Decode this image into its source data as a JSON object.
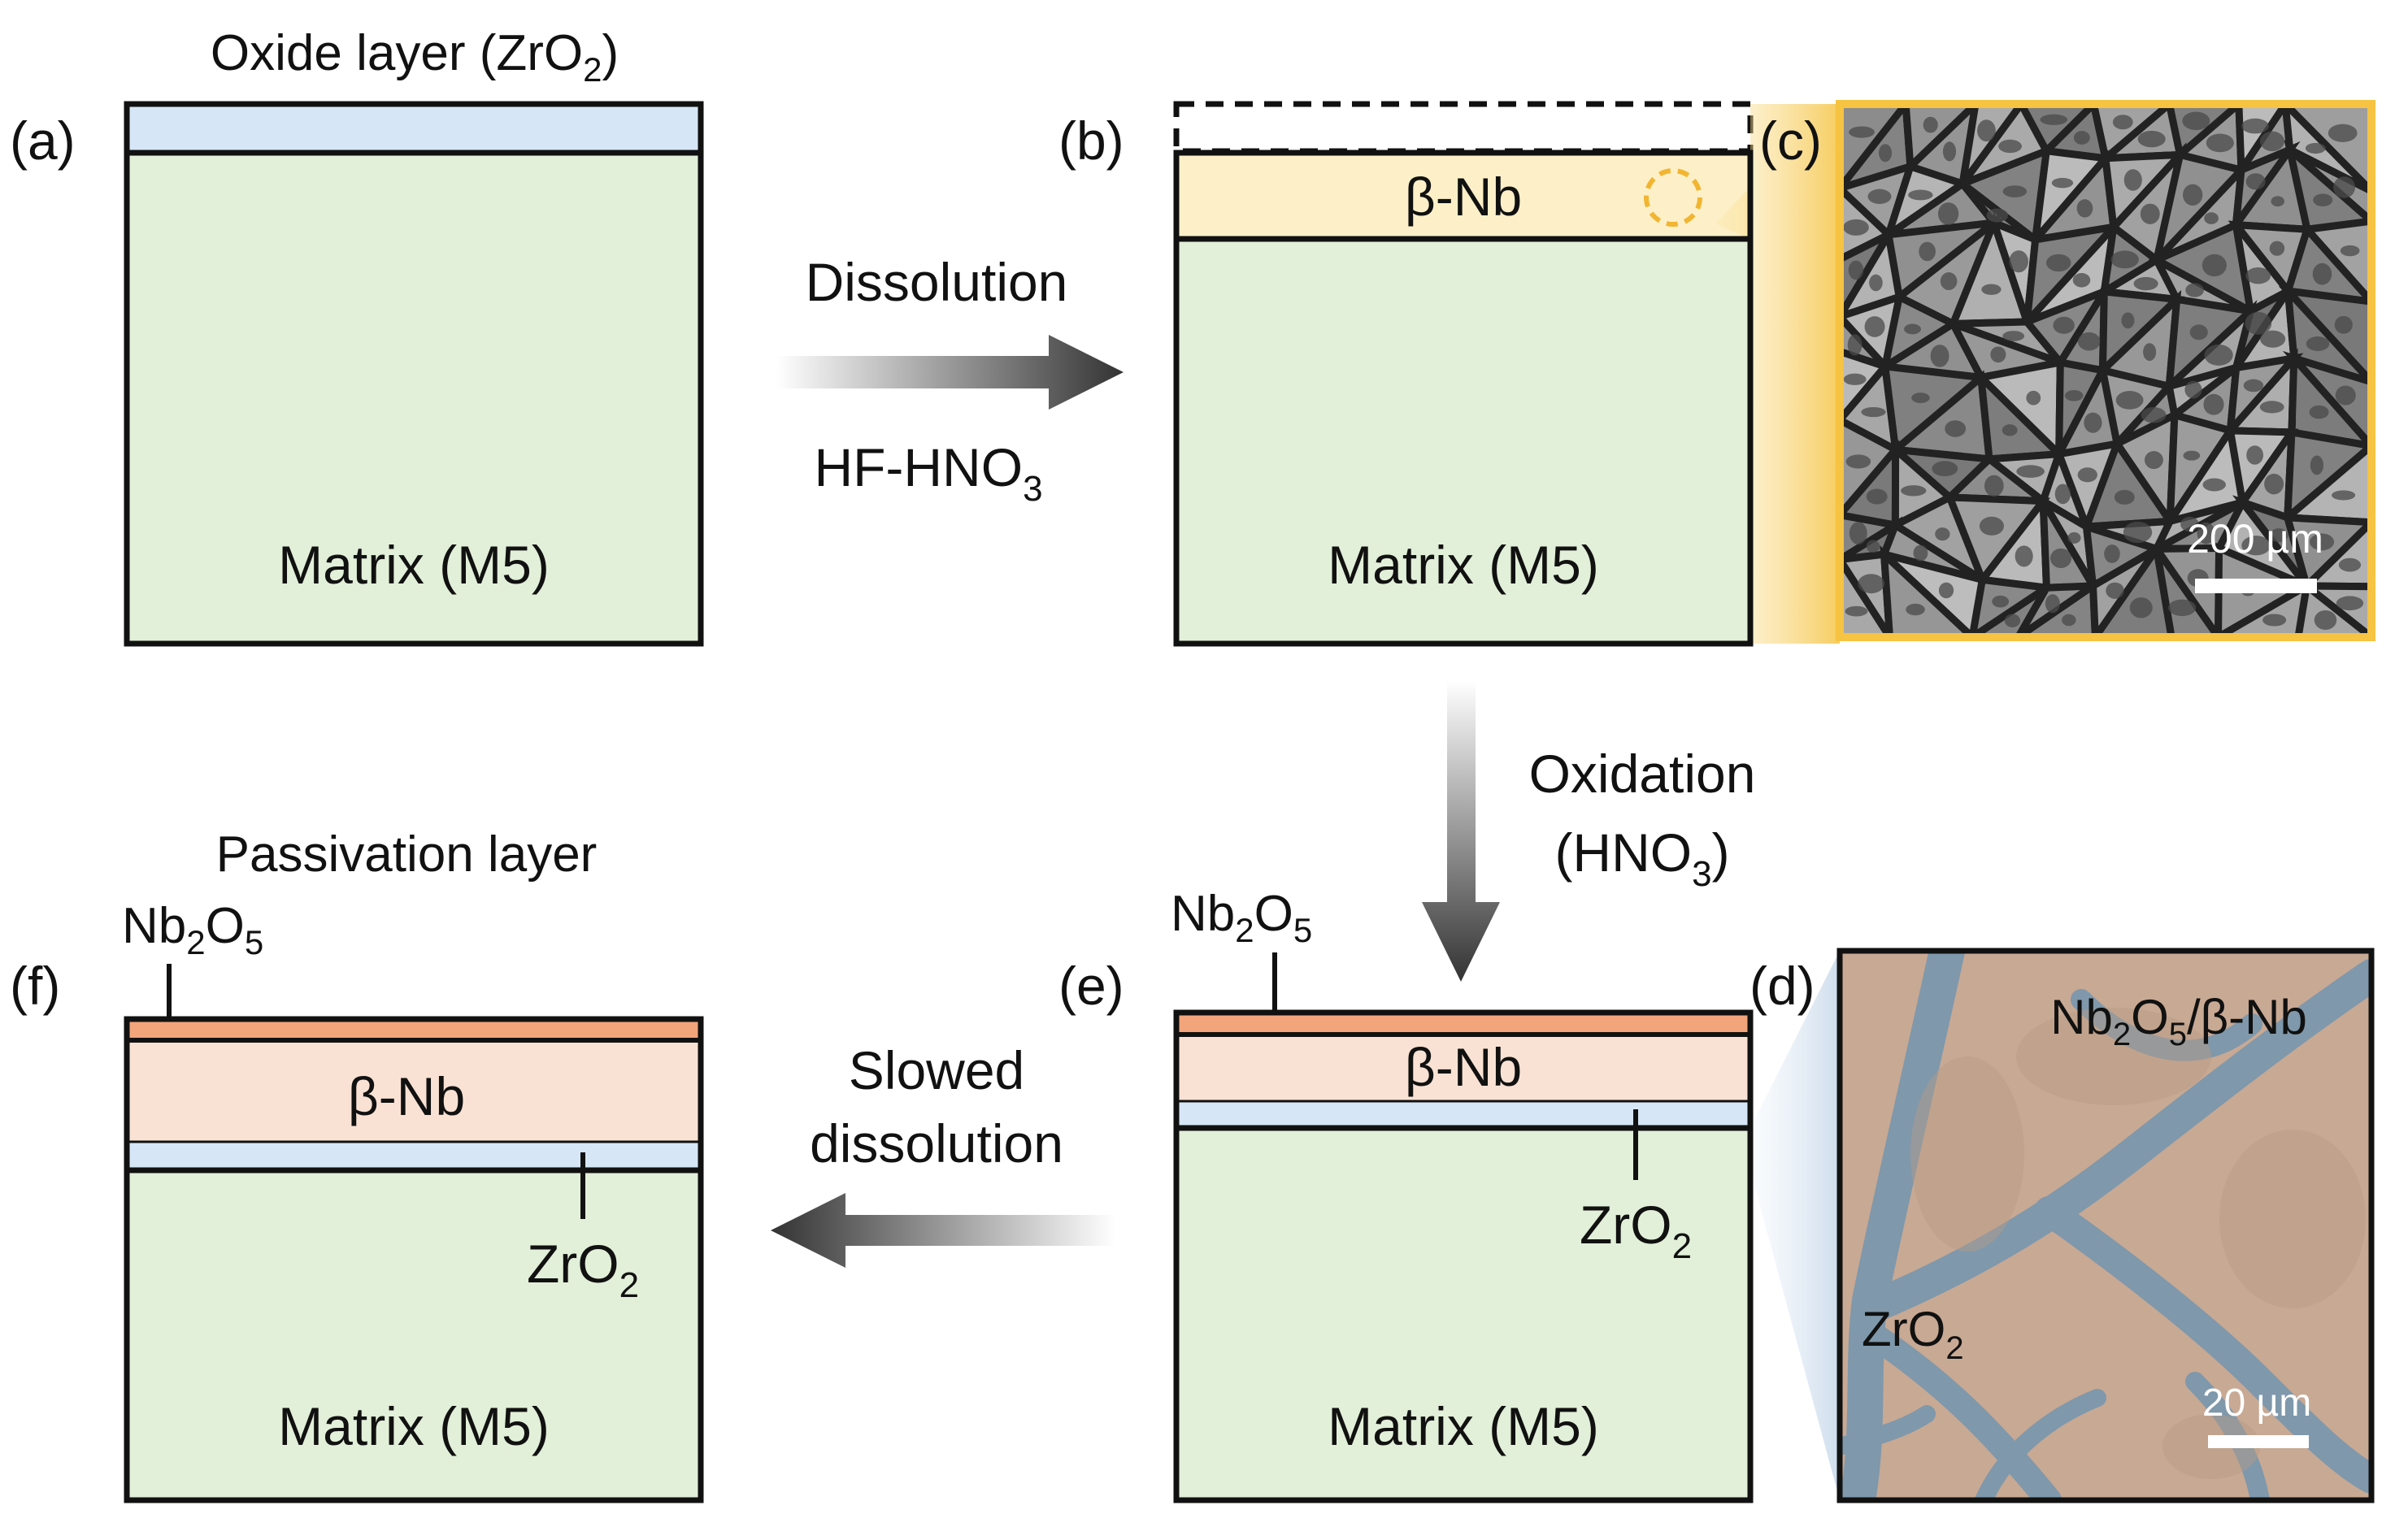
{
  "panels": {
    "a": {
      "label": "(a)",
      "top_title": "Oxide layer (ZrO",
      "top_title_sub": "2",
      "top_title_end": ")",
      "matrix": "Matrix (M5)"
    },
    "b": {
      "label": "(b)",
      "layer": "β-Nb",
      "matrix": "Matrix (M5)"
    },
    "c": {
      "label": "(c)",
      "scale": "200 µm"
    },
    "d": {
      "label": "(d)",
      "top_a": "Nb",
      "top_a_sub": "2",
      "top_b": "O",
      "top_b_sub": "5",
      "top_c": "/β-Nb",
      "bottom": "ZrO",
      "bottom_sub": "2",
      "scale": "20 µm"
    },
    "e": {
      "label": "(e)",
      "oxide_a": "Nb",
      "oxide_a_sub": "2",
      "oxide_b": "O",
      "oxide_b_sub": "5",
      "layer": "β-Nb",
      "zr": "ZrO",
      "zr_sub": "2",
      "matrix": "Matrix (M5)"
    },
    "f": {
      "label": "(f)",
      "top_title": "Passivation layer",
      "oxide_a": "Nb",
      "oxide_a_sub": "2",
      "oxide_b": "O",
      "oxide_b_sub": "5",
      "layer": "β-Nb",
      "zr": "ZrO",
      "zr_sub": "2",
      "matrix": "Matrix (M5)"
    }
  },
  "steps": {
    "ab": {
      "above": "Dissolution",
      "below": "HF-HNO",
      "below_sub": "3"
    },
    "be": {
      "line1": "Oxidation",
      "line2": "(HNO",
      "line2_sub": "3",
      "line2_end": ")"
    },
    "ef": {
      "line1": "Slowed",
      "line2": "dissolution"
    }
  },
  "colors": {
    "matrix": "#e2efd9",
    "oxide_zr": "#d6e6f6",
    "beta_nb_b": "#fdf0c8",
    "beta_nb_e": "#f9e2d4",
    "nb2o5": "#f2a57a",
    "accent_yellow": "#f6c342",
    "sem_bg": "#5c5c5c",
    "sem_d_bg": "#c8a994",
    "sem_d_boundary": "#7f98ab"
  }
}
